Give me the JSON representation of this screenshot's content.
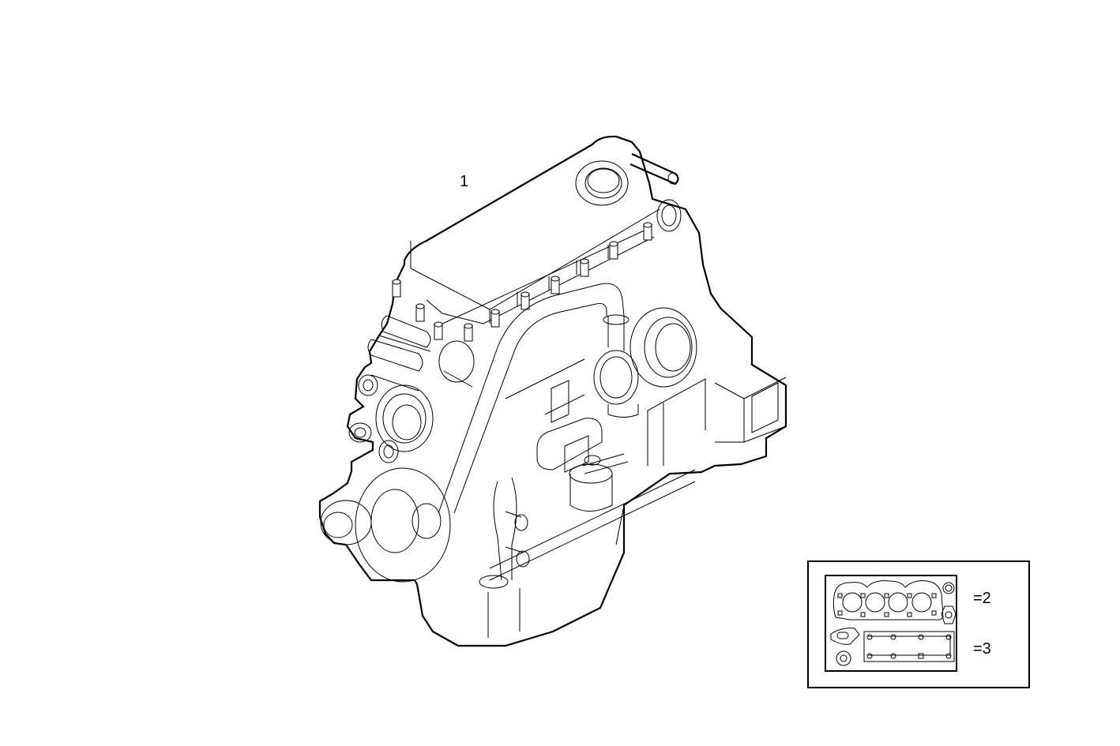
{
  "diagram": {
    "type": "exploded-parts-diagram",
    "subject": "engine assembly",
    "callouts": [
      {
        "id": "callout-1",
        "label": "1",
        "target": "complete engine"
      }
    ]
  },
  "inset": {
    "groups": [
      {
        "id": "gasket-kit-upper",
        "label": "=2",
        "contents": [
          "cylinder head gasket (4 bores)",
          "round seal",
          "oval flange gasket"
        ]
      },
      {
        "id": "gasket-kit-lower",
        "label": "=3",
        "contents": [
          "flange gasket",
          "round seal",
          "valve cover / manifold gasket strip"
        ]
      }
    ]
  },
  "colors": {
    "line": "#000000",
    "background": "#ffffff"
  }
}
